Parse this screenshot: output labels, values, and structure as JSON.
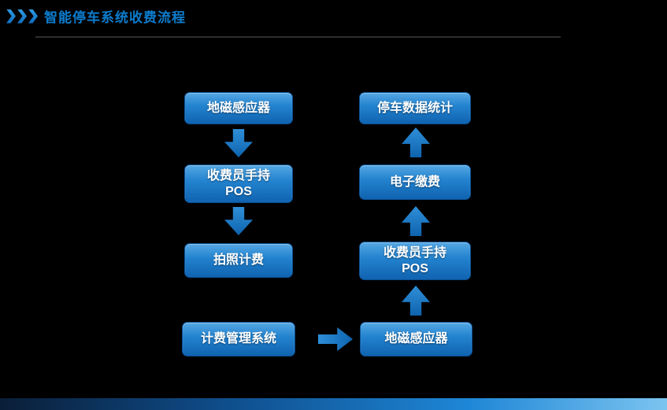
{
  "header": {
    "title": "智能停车系统收费流程",
    "icon": "triple-chevron-right-icon"
  },
  "colors": {
    "background": "#000000",
    "title_blue": "#0c7ccd",
    "node_blue_top": "#55a7e3",
    "node_blue_bottom": "#1063b0",
    "arrow_blue": "#1b7cc8",
    "bottom_bar_gradient": [
      "#0a1e38",
      "#0f4f8e",
      "#1e86d6",
      "#7cc4f0"
    ],
    "node_text": "#ffffff"
  },
  "flow": {
    "nodes": [
      {
        "id": "left-1",
        "label": "地磁感应器"
      },
      {
        "id": "left-2",
        "label": "收费员手持\nPOS"
      },
      {
        "id": "left-3",
        "label": "拍照计费"
      },
      {
        "id": "left-4",
        "label": "计费管理系统"
      },
      {
        "id": "right-4",
        "label": "地磁感应器"
      },
      {
        "id": "right-3",
        "label": "收费员手持\nPOS"
      },
      {
        "id": "right-2",
        "label": "电子缴费"
      },
      {
        "id": "right-1",
        "label": "停车数据统计"
      }
    ],
    "edges": [
      {
        "from": "地磁感应器 (左)",
        "to": "收费员手持POS (左)",
        "direction": "down"
      },
      {
        "from": "收费员手持POS (左)",
        "to": "拍照计费",
        "direction": "down"
      },
      {
        "from": "计费管理系统",
        "to": "地磁感应器 (右)",
        "direction": "right"
      },
      {
        "from": "地磁感应器 (右)",
        "to": "收费员手持POS (右)",
        "direction": "up"
      },
      {
        "from": "收费员手持POS (右)",
        "to": "电子缴费",
        "direction": "up"
      },
      {
        "from": "电子缴费",
        "to": "停车数据统计",
        "direction": "up"
      }
    ]
  }
}
